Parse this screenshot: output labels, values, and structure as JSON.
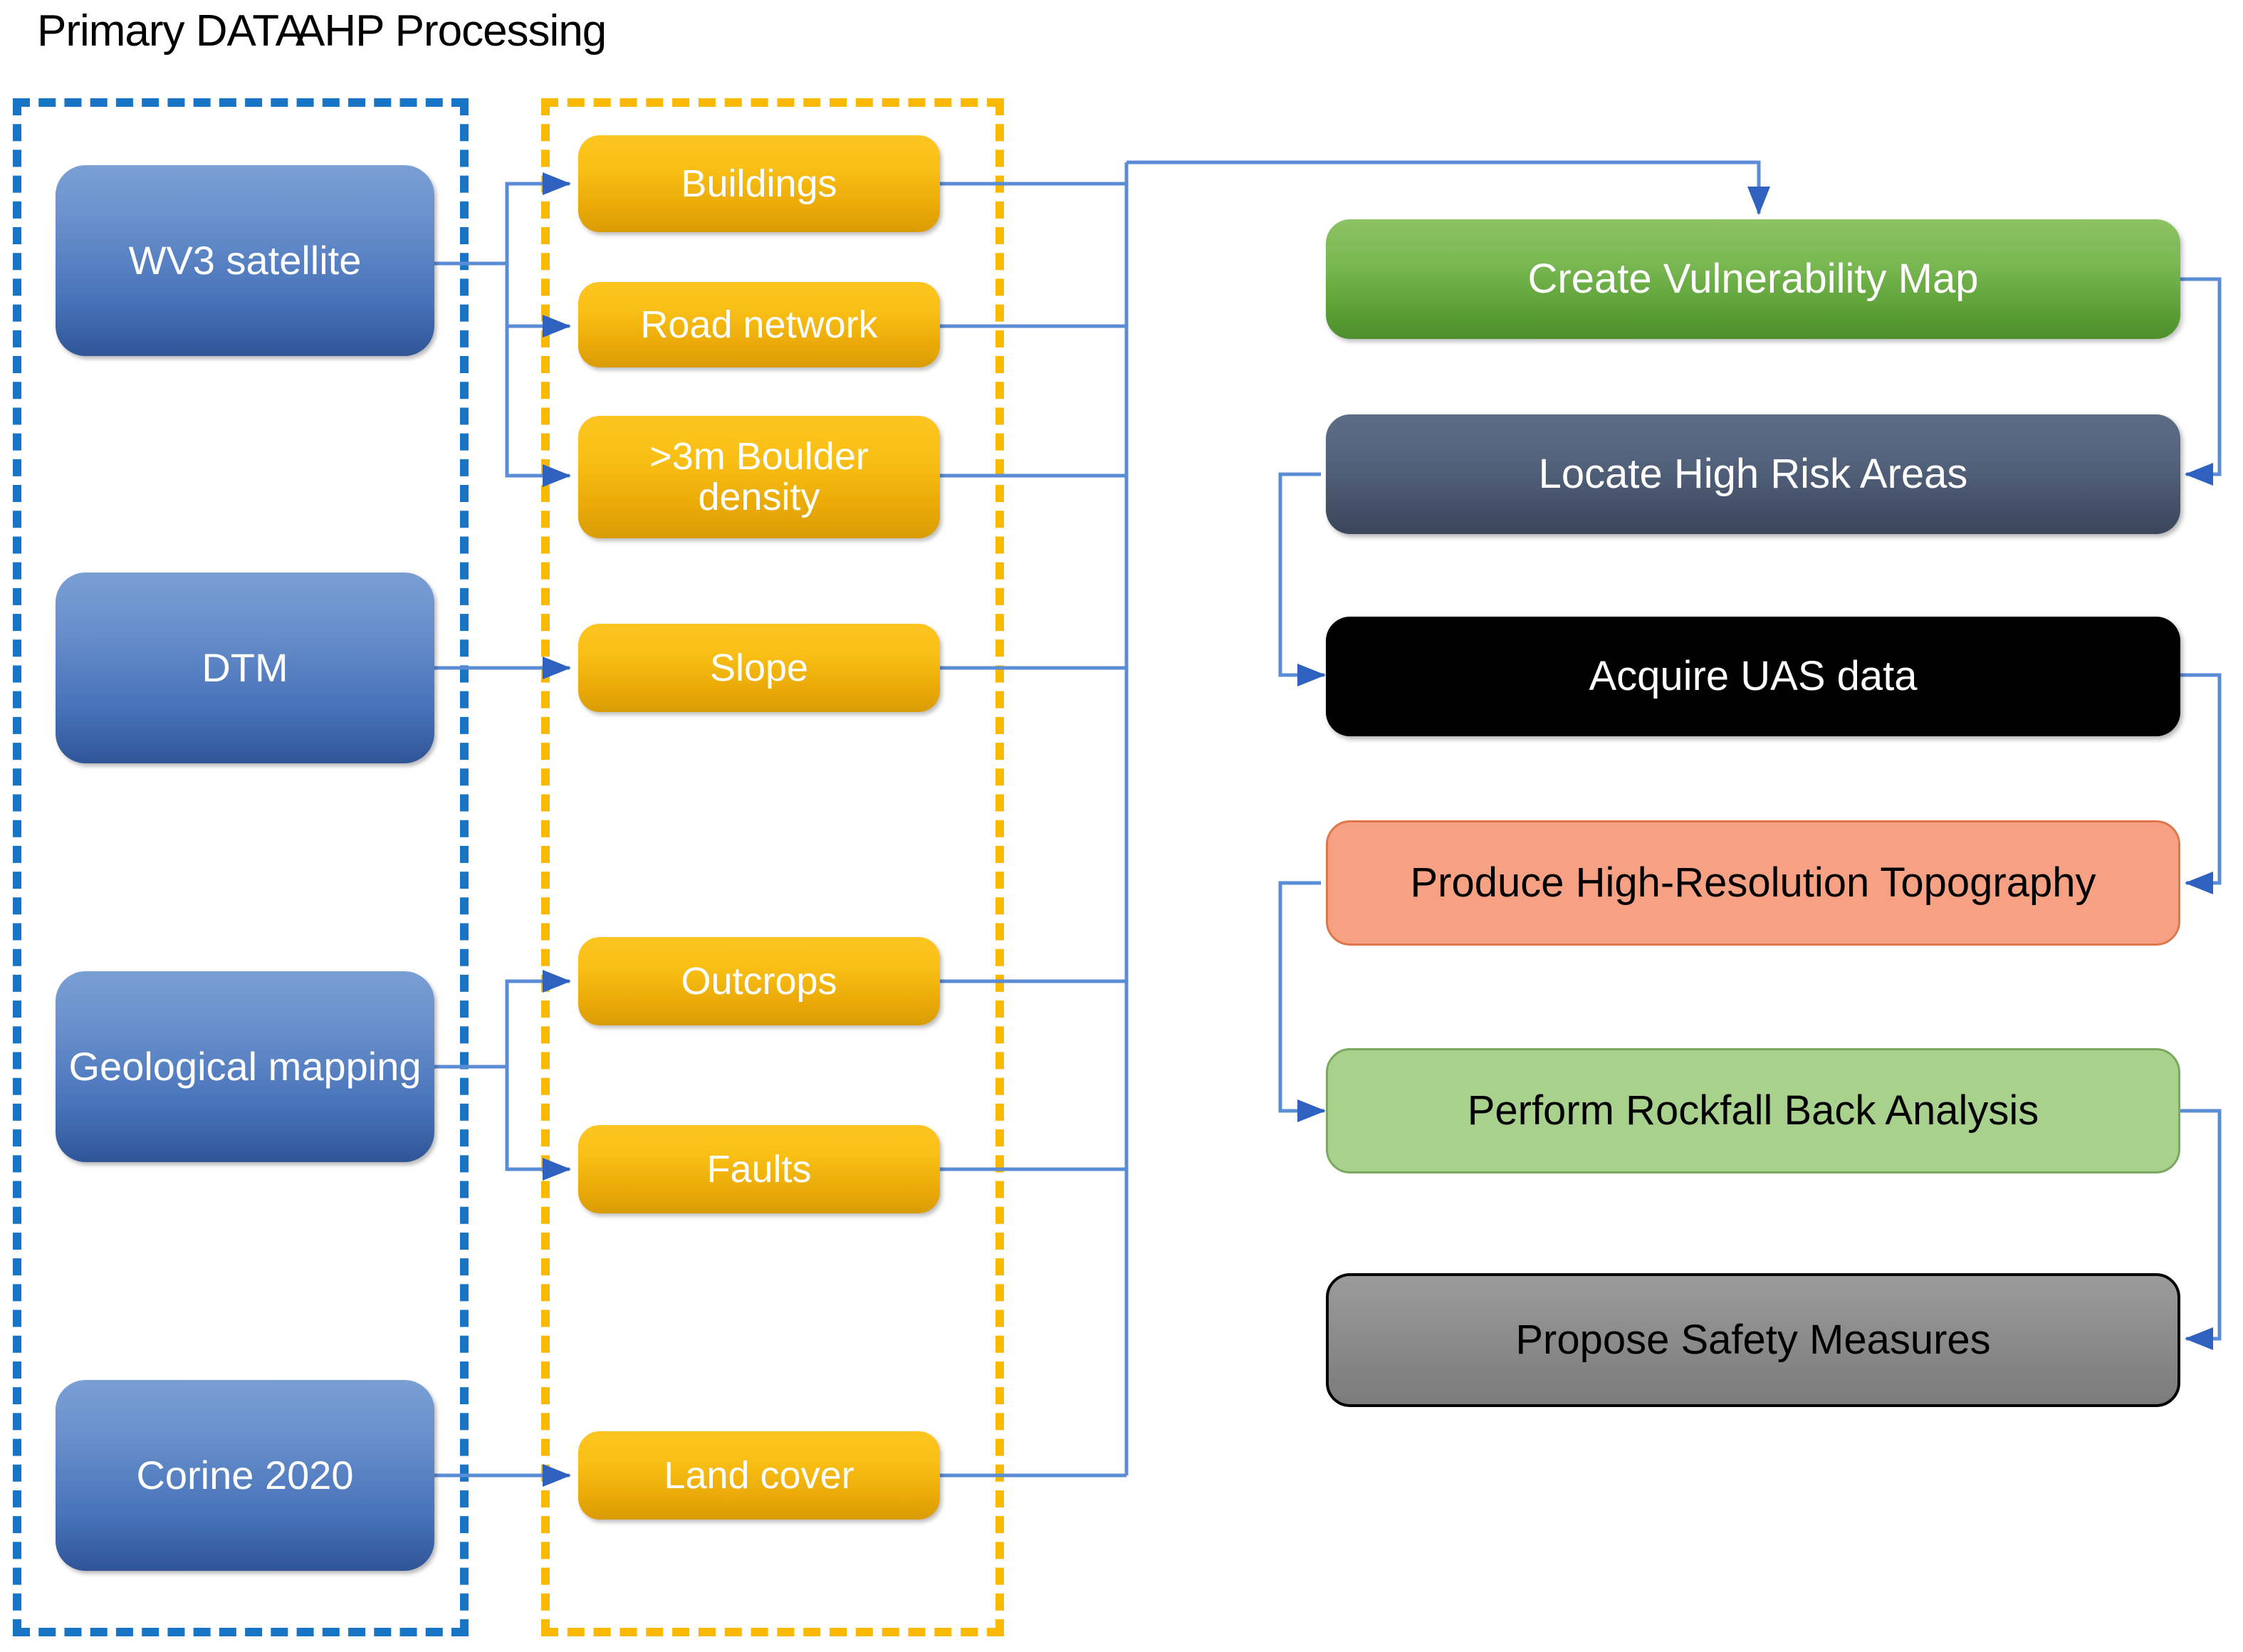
{
  "headers": {
    "primary": "Primary DATA",
    "ahp": "AHP Processing"
  },
  "colors": {
    "primary_group_border": "#1874c4",
    "ahp_group_border": "#fbb800",
    "blue_node": "#4472b8",
    "yellow_node": "#f2b705",
    "green_node": "#70ad47",
    "slate_node": "#44546a",
    "black_node": "#000000",
    "salmon_node": "#f6a184",
    "lightgreen_node": "#a9d18e",
    "grey_node": "#898989",
    "connector": "#5b8cd6"
  },
  "primary_data": [
    {
      "id": "wv3",
      "label": "WV3 satellite"
    },
    {
      "id": "dtm",
      "label": "DTM"
    },
    {
      "id": "geological",
      "label": "Geological mapping"
    },
    {
      "id": "corine",
      "label": "Corine 2020"
    }
  ],
  "ahp_processing": [
    {
      "id": "buildings",
      "label": "Buildings"
    },
    {
      "id": "road-network",
      "label": "Road network"
    },
    {
      "id": "boulder-density",
      "label": ">3m Boulder density"
    },
    {
      "id": "slope",
      "label": "Slope"
    },
    {
      "id": "outcrops",
      "label": "Outcrops"
    },
    {
      "id": "faults",
      "label": "Faults"
    },
    {
      "id": "land-cover",
      "label": "Land cover"
    }
  ],
  "workflow": [
    {
      "id": "vulnerability-map",
      "label": "Create Vulnerability Map"
    },
    {
      "id": "high-risk-areas",
      "label": "Locate High Risk Areas"
    },
    {
      "id": "uas-data",
      "label": "Acquire UAS data"
    },
    {
      "id": "topography",
      "label": "Produce High-Resolution Topography"
    },
    {
      "id": "rockfall-analysis",
      "label": "Perform  Rockfall Back Analysis"
    },
    {
      "id": "safety-measures",
      "label": "Propose Safety Measures"
    }
  ],
  "flow_edges": [
    {
      "from": "wv3",
      "to": "buildings"
    },
    {
      "from": "wv3",
      "to": "road-network"
    },
    {
      "from": "wv3",
      "to": "boulder-density"
    },
    {
      "from": "dtm",
      "to": "slope"
    },
    {
      "from": "geological",
      "to": "outcrops"
    },
    {
      "from": "geological",
      "to": "faults"
    },
    {
      "from": "corine",
      "to": "land-cover"
    },
    {
      "from": "buildings",
      "to": "vulnerability-map"
    },
    {
      "from": "road-network",
      "to": "vulnerability-map"
    },
    {
      "from": "boulder-density",
      "to": "vulnerability-map"
    },
    {
      "from": "slope",
      "to": "vulnerability-map"
    },
    {
      "from": "outcrops",
      "to": "vulnerability-map"
    },
    {
      "from": "faults",
      "to": "vulnerability-map"
    },
    {
      "from": "land-cover",
      "to": "vulnerability-map"
    },
    {
      "from": "vulnerability-map",
      "to": "high-risk-areas"
    },
    {
      "from": "high-risk-areas",
      "to": "uas-data"
    },
    {
      "from": "uas-data",
      "to": "topography"
    },
    {
      "from": "topography",
      "to": "rockfall-analysis"
    },
    {
      "from": "rockfall-analysis",
      "to": "safety-measures"
    }
  ]
}
